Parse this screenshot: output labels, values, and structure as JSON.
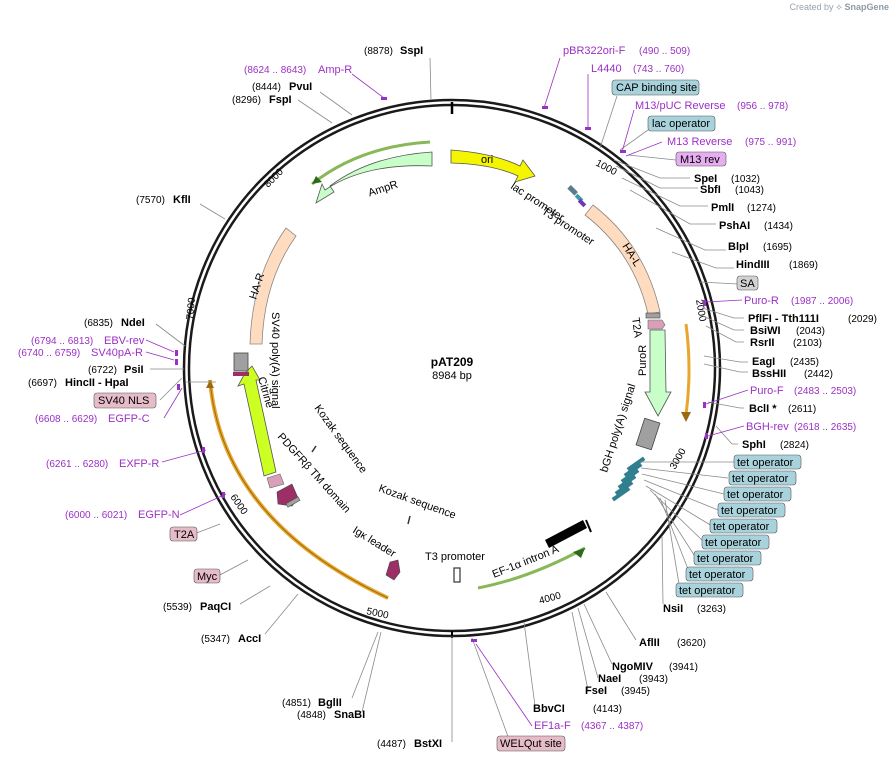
{
  "header": {
    "created_by": "Created by",
    "brand": "SnapGene"
  },
  "plasmid": {
    "name": "pAT209",
    "size": "8984 bp"
  },
  "colors": {
    "primer": "#9b30c4",
    "box_blue": "#a9d3dc",
    "box_pink": "#e6bcc8",
    "box_violet": "#e6aef0",
    "ori": "#f5f500",
    "ampr": "#c8ffc8",
    "ha": "#ffdcc0",
    "citrine": "#ccff22",
    "purple": "#9c3066",
    "gray": "#a0a0a0",
    "cds_orange": "#e8a62c"
  },
  "left_sites": [
    {
      "pos": "(8878)",
      "name": "SspI"
    },
    {
      "pos": "(8444)",
      "name": "PvuI"
    },
    {
      "pos": "(8296)",
      "name": "FspI"
    },
    {
      "pos": "(7570)",
      "name": "KflI"
    },
    {
      "pos": "(6835)",
      "name": "NdeI"
    },
    {
      "pos": "(6722)",
      "name": "PsiI"
    },
    {
      "pos": "(6697)",
      "name": "HincII - HpaI"
    },
    {
      "pos": "(5539)",
      "name": "PaqCI"
    },
    {
      "pos": "(5347)",
      "name": "AccI"
    },
    {
      "pos": "(4851)",
      "name": "BglII"
    },
    {
      "pos": "(4848)",
      "name": "SnaBI"
    },
    {
      "pos": "(4487)",
      "name": "BstXI"
    }
  ],
  "right_sites": [
    {
      "name": "SpeI",
      "pos": "(1032)"
    },
    {
      "name": "SbfI",
      "pos": "(1043)"
    },
    {
      "name": "PmlI",
      "pos": "(1274)"
    },
    {
      "name": "PshAI",
      "pos": "(1434)"
    },
    {
      "name": "BlpI",
      "pos": "(1695)"
    },
    {
      "name": "HindIII",
      "pos": "(1869)"
    },
    {
      "name": "PflFI - Tth111I",
      "pos": "(2029)"
    },
    {
      "name": "BsiWI",
      "pos": "(2043)"
    },
    {
      "name": "RsrII",
      "pos": "(2103)"
    },
    {
      "name": "EagI",
      "pos": "(2435)"
    },
    {
      "name": "BssHII",
      "pos": "(2442)"
    },
    {
      "name": "BclI *",
      "pos": "(2611)"
    },
    {
      "name": "SphI",
      "pos": "(2824)"
    },
    {
      "name": "NsiI",
      "pos": "(3263)"
    },
    {
      "name": "AflII",
      "pos": "(3620)"
    },
    {
      "name": "NgoMIV",
      "pos": "(3941)"
    },
    {
      "name": "NaeI",
      "pos": "(3943)"
    },
    {
      "name": "FseI",
      "pos": "(3945)"
    },
    {
      "name": "BbvCI",
      "pos": "(4143)"
    }
  ],
  "primers": [
    {
      "name": "Amp-R",
      "pos": "(8624 .. 8643)"
    },
    {
      "name": "pBR322ori-F",
      "pos": "(490 .. 509)"
    },
    {
      "name": "L4440",
      "pos": "(743 .. 760)"
    },
    {
      "name": "M13/pUC Reverse",
      "pos": "(956 .. 978)"
    },
    {
      "name": "M13 Reverse",
      "pos": "(975 .. 991)"
    },
    {
      "name": "Puro-R",
      "pos": "(1987 .. 2006)"
    },
    {
      "name": "Puro-F",
      "pos": "(2483 .. 2503)"
    },
    {
      "name": "BGH-rev",
      "pos": "(2618 .. 2635)"
    },
    {
      "name": "EF1a-F",
      "pos": "(4367 .. 4387)"
    },
    {
      "name": "EBV-rev",
      "pos": "(6794 .. 6813)"
    },
    {
      "name": "SV40pA-R",
      "pos": "(6740 .. 6759)"
    },
    {
      "name": "EGFP-C",
      "pos": "(6608 .. 6629)"
    },
    {
      "name": "EXFP-R",
      "pos": "(6261 .. 6280)"
    },
    {
      "name": "EGFP-N",
      "pos": "(6000 .. 6021)"
    }
  ],
  "boxes": {
    "cap": "CAP binding site",
    "lac_op": "lac operator",
    "m13rev": "M13 rev",
    "sa": "SA",
    "sv40nls": "SV40 NLS",
    "t2a": "T2A",
    "myc": "Myc",
    "welqut": "WELQut site",
    "tet": [
      "tet operator",
      "tet operator",
      "tet operator",
      "tet operator",
      "tet operator",
      "tet operator",
      "tet operator",
      "tet operator",
      "tet operator"
    ]
  },
  "features": {
    "ori": "ori",
    "ampr": "AmpR",
    "lac_promoter": "lac promoter",
    "t3_top": "T3 promoter",
    "ha_l": "HA-L",
    "t2a_in": "T2A",
    "puror": "PuroR",
    "bgh": "bGH poly(A) signal",
    "ef1a": "EF-1α intron A",
    "t3_bottom": "T3 promoter",
    "igk": "Igκ leader",
    "kozak1": "Kozak sequence",
    "kozak2": "Kozak sequence",
    "pdgfr": "PDGFRβ TM domain",
    "citrine": "Citrine",
    "sv40pa": "SV40 poly(A) signal",
    "ha_r": "HA-R"
  },
  "ticks": [
    "1000",
    "2000",
    "3000",
    "4000",
    "5000",
    "6000",
    "7000",
    "8000"
  ]
}
